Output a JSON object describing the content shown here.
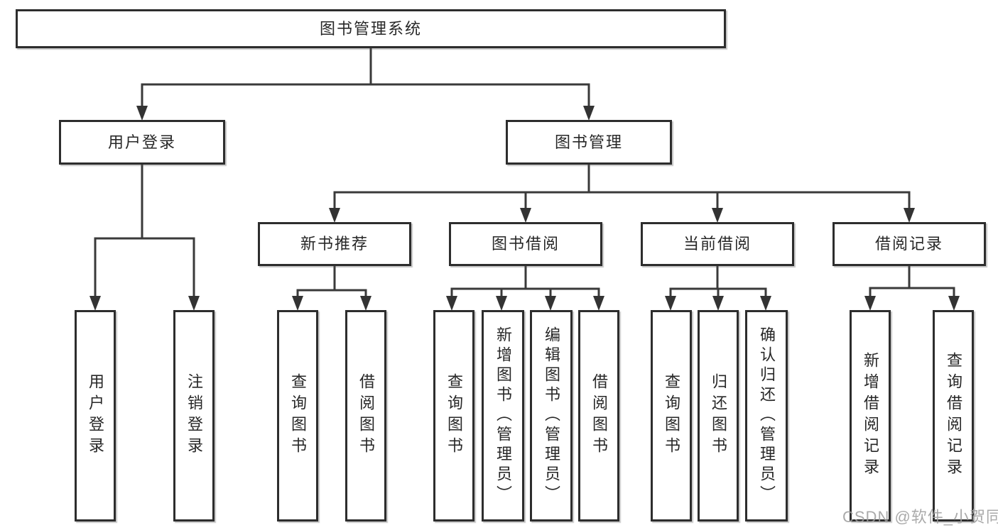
{
  "diagram_title": "图书管理系统",
  "tree": {
    "label": "图书管理系统",
    "children": [
      {
        "label": "用户登录",
        "children": [
          {
            "label": "用户登录"
          },
          {
            "label": "注销登录"
          }
        ]
      },
      {
        "label": "图书管理",
        "children": [
          {
            "label": "新书推荐",
            "children": [
              {
                "label": "查询图书"
              },
              {
                "label": "借阅图书"
              }
            ]
          },
          {
            "label": "图书借阅",
            "children": [
              {
                "label": "查询图书"
              },
              {
                "label": "新增图书（管理员）"
              },
              {
                "label": "编辑图书（管理员）"
              },
              {
                "label": "借阅图书"
              }
            ]
          },
          {
            "label": "当前借阅",
            "children": [
              {
                "label": "查询图书"
              },
              {
                "label": "归还图书"
              },
              {
                "label": "确认归还（管理员）"
              }
            ]
          },
          {
            "label": "借阅记录",
            "children": [
              {
                "label": "新增借阅记录"
              },
              {
                "label": "查询借阅记录"
              }
            ]
          }
        ]
      }
    ]
  },
  "watermark": "CSDN @软件_小贺同学",
  "colors": {
    "background": "#ffffff",
    "box_border": "#2d2d2d",
    "connector_line": "#3a3a3a",
    "arrowhead": "#333333",
    "text": "#272727",
    "watermark_text": "#9e9e9e"
  }
}
